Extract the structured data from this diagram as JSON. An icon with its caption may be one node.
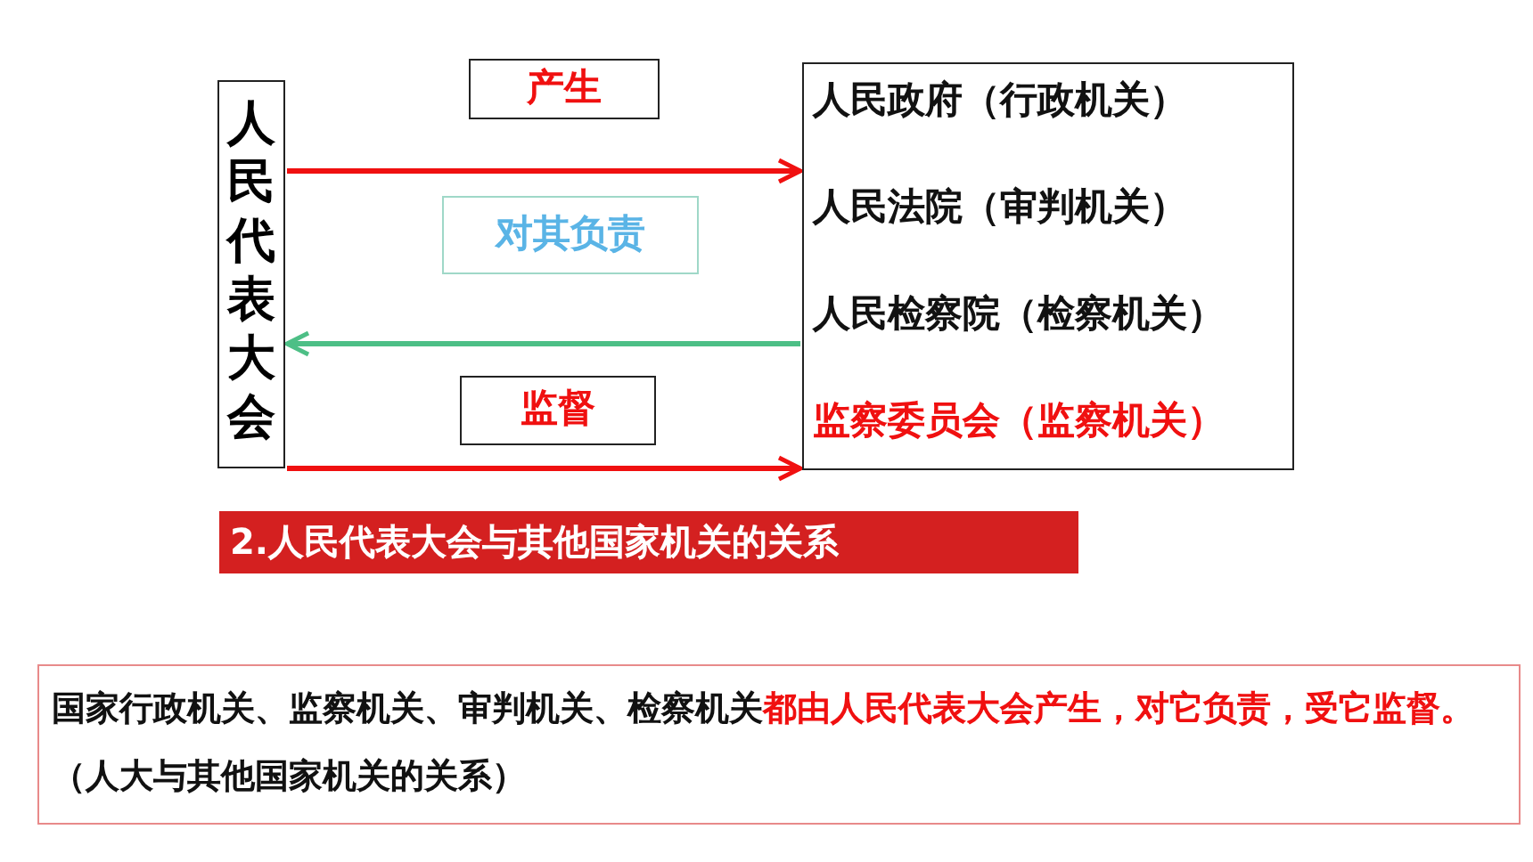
{
  "diagram": {
    "title": "2.人民代表大会与其他国家机关的关系",
    "nodes": [
      {
        "text": [
          "人民代表大会"
        ]
      },
      {
        "text": [
          "人民政府（行政机关）",
          "人民法院（审判机关）",
          "人民检察院（检察机关）",
          "监察委员会（监察机关）"
        ]
      },
      {
        "text": [
          "产生"
        ]
      },
      {
        "text": [
          "对其负责"
        ]
      },
      {
        "text": [
          "监督"
        ]
      },
      {
        "text": [
          "国家行政机关、监察机关、审判机关、检察机关",
          "都由人民代表大会产生，对它负责，受它监督。",
          "（人大与其他国家机关的关系）"
        ]
      }
    ],
    "edges": [
      {
        "from": 0,
        "to": 1,
        "arrow": "to"
      },
      {
        "from": 1,
        "to": 0,
        "arrow": "to",
        "color": "#4dbf86"
      },
      {
        "from": 0,
        "to": 1,
        "arrow": "to"
      }
    ]
  }
}
